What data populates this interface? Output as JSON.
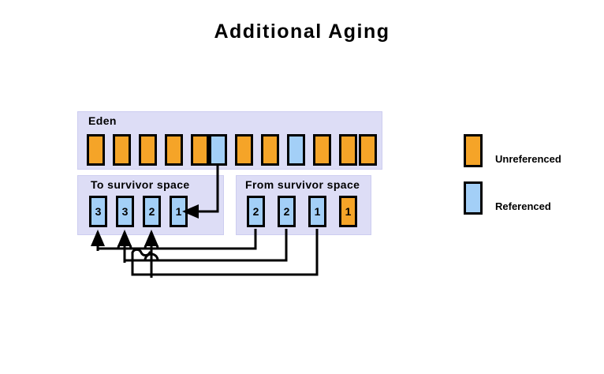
{
  "title": "Additional Aging",
  "colors": {
    "unreferenced": "#f5a428",
    "referenced": "#a3cff7",
    "region_bg": "#ddddf6",
    "outline": "#000000",
    "page_bg": "#ffffff"
  },
  "regions": {
    "eden": {
      "label": "Eden",
      "cells": [
        {
          "state": "unreferenced",
          "label": ""
        },
        {
          "state": "unreferenced",
          "label": ""
        },
        {
          "state": "unreferenced",
          "label": ""
        },
        {
          "state": "unreferenced",
          "label": ""
        },
        {
          "state": "unreferenced",
          "label": ""
        },
        {
          "state": "referenced",
          "label": ""
        },
        {
          "state": "unreferenced",
          "label": ""
        },
        {
          "state": "unreferenced",
          "label": ""
        },
        {
          "state": "referenced",
          "label": ""
        },
        {
          "state": "unreferenced",
          "label": ""
        },
        {
          "state": "unreferenced",
          "label": ""
        },
        {
          "state": "unreferenced",
          "label": ""
        }
      ]
    },
    "to_survivor": {
      "label": "To survivor  space",
      "cells": [
        {
          "state": "referenced",
          "label": "3"
        },
        {
          "state": "referenced",
          "label": "3"
        },
        {
          "state": "referenced",
          "label": "2"
        },
        {
          "state": "referenced",
          "label": "1"
        }
      ]
    },
    "from_survivor": {
      "label": "From survivor  space",
      "cells": [
        {
          "state": "referenced",
          "label": "2"
        },
        {
          "state": "referenced",
          "label": "2"
        },
        {
          "state": "referenced",
          "label": "1"
        },
        {
          "state": "unreferenced",
          "label": "1"
        }
      ]
    }
  },
  "legend": {
    "items": [
      {
        "state": "unreferenced",
        "label": "Unreferenced"
      },
      {
        "state": "referenced",
        "label": "Referenced"
      }
    ]
  },
  "connections": [
    {
      "from": "eden.cell.6",
      "to": "to_survivor.cell.4",
      "note": "referenced eden object copied to to-space age 1"
    },
    {
      "from": "from_survivor.cell.1",
      "to": "to_survivor.cell.1",
      "note": "age 2 promoted to age 3"
    },
    {
      "from": "from_survivor.cell.2",
      "to": "to_survivor.cell.2",
      "note": "age 2 promoted to age 3"
    },
    {
      "from": "from_survivor.cell.3",
      "to": "to_survivor.cell.3",
      "note": "age 1 promoted to age 2"
    }
  ]
}
